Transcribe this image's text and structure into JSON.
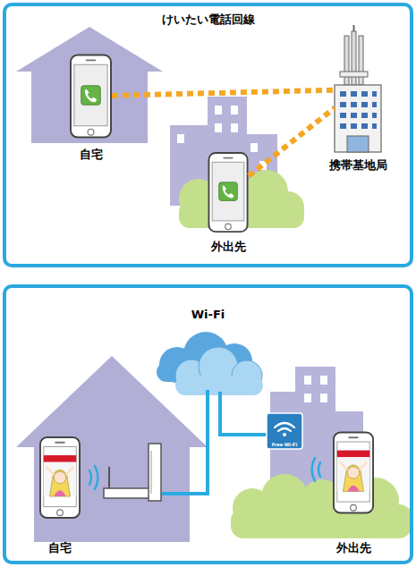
{
  "diagram": {
    "nodes": [
      {
        "text": [
          "けいたい電話回線"
        ]
      },
      {
        "text": [
          "自宅"
        ],
        "in": 0
      },
      {
        "text": [
          "携帯基地局"
        ],
        "in": 0
      },
      {
        "text": [
          "外出先"
        ],
        "in": 0
      },
      {
        "text": [
          "Wi-Fi"
        ]
      },
      {
        "text": [
          "自宅"
        ],
        "in": 4
      },
      {
        "text": [
          "外出先"
        ],
        "in": 4
      }
    ],
    "edges": [
      {
        "from": 1,
        "to": 2,
        "arrow": "none"
      },
      {
        "from": 3,
        "to": 2,
        "arrow": "none"
      }
    ],
    "labels": [
      "Free Wi-Fi"
    ]
  }
}
